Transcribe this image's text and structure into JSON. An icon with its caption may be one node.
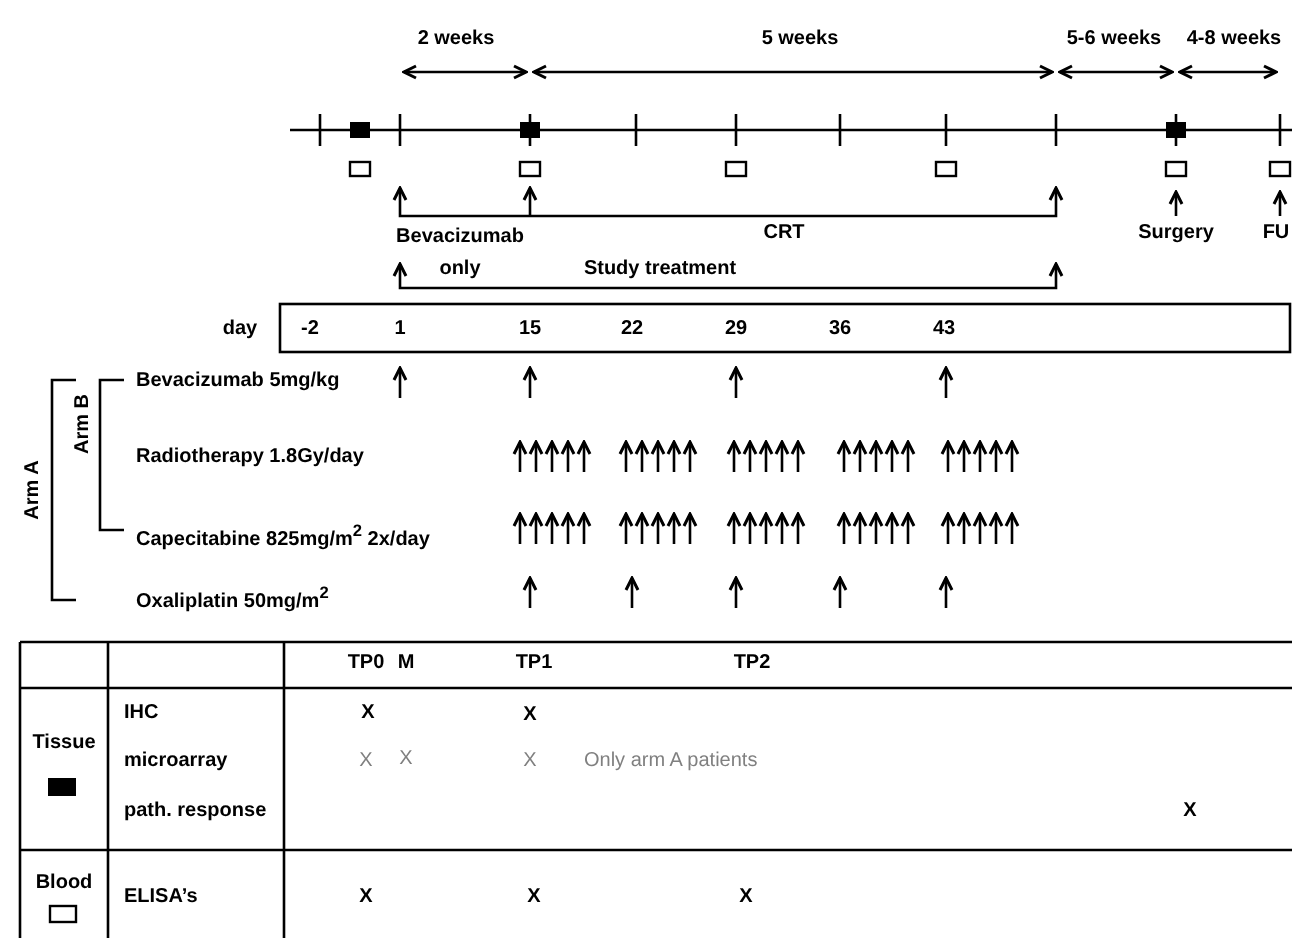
{
  "diagram": {
    "labels": [
      "2 weeks",
      "5 weeks",
      "5-6 weeks",
      "4-8 weeks",
      "Bevacizumab only",
      "CRT",
      "Surgery",
      "FU",
      "Study treatment",
      "day",
      "-2",
      "1",
      "15",
      "22",
      "29",
      "36",
      "43",
      "Arm A",
      "Arm B",
      "Bevacizumab 5mg/kg",
      "Radiotherapy 1.8Gy/day",
      "Capecitabine 825mg/m$^{2}$ 2x/day",
      "Oxaliplatin 50mg/m$^{2}$",
      "TP0",
      "M",
      "TP1",
      "TP2",
      "Tissue",
      "IHC",
      "X",
      "X",
      "microarray",
      "X",
      "X",
      "X",
      "Only arm A patients",
      "path. response",
      "X",
      "Blood",
      "ELISA’s",
      "X",
      "X",
      "X"
    ]
  }
}
